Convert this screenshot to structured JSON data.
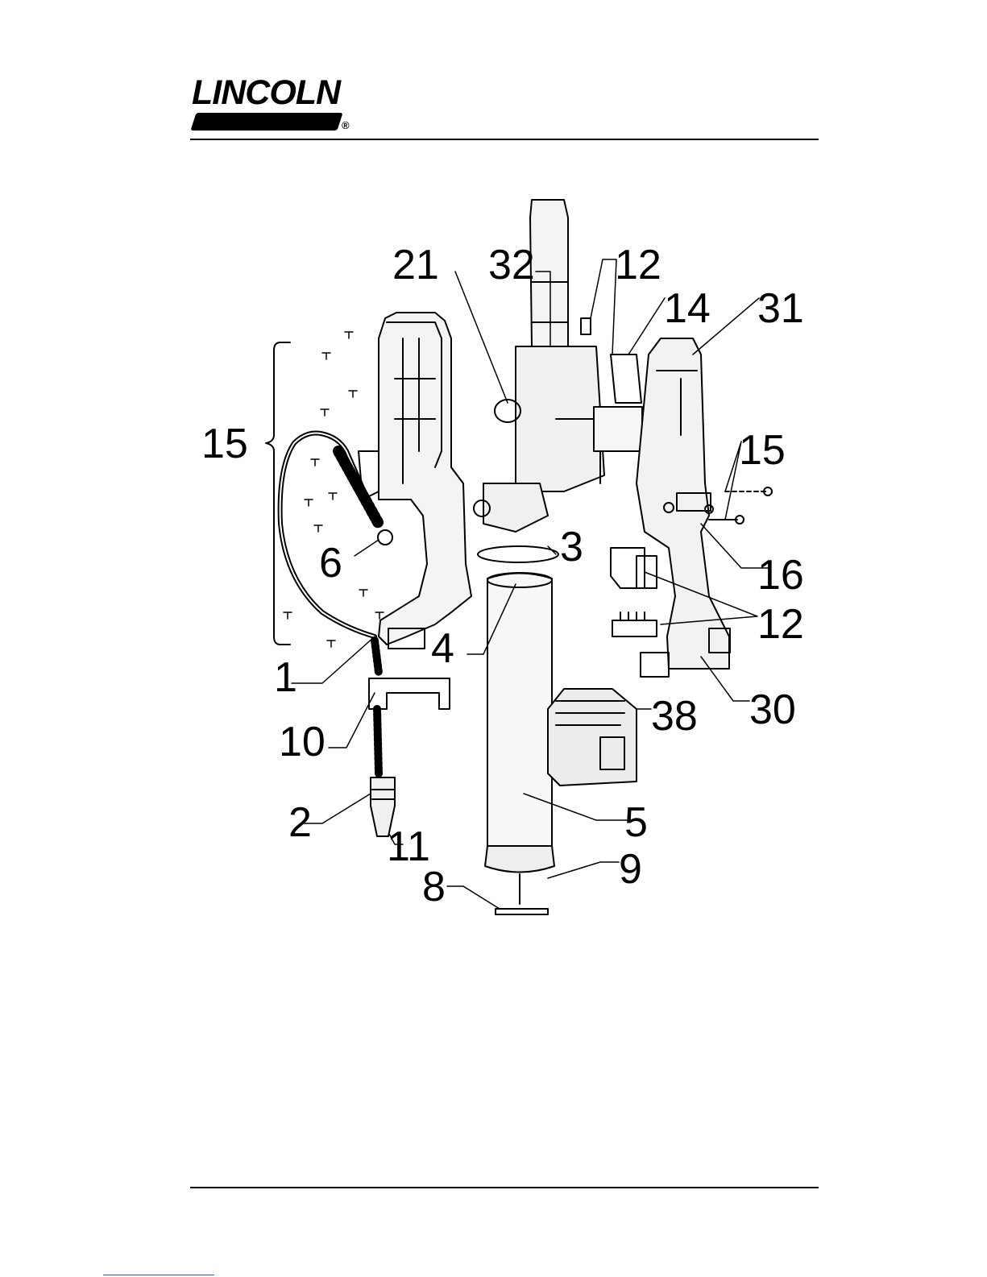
{
  "header": {
    "brand": "LINCOLN",
    "registered_mark": "®"
  },
  "callouts": [
    "21",
    "32",
    "12",
    "14",
    "31",
    "15",
    "6",
    "3",
    "15",
    "16",
    "12",
    "1",
    "4",
    "10",
    "38",
    "30",
    "5",
    "2",
    "11",
    "9",
    "8"
  ],
  "colors": {
    "ink": "#000000",
    "paper": "#ffffff",
    "link": "#3355cc"
  }
}
